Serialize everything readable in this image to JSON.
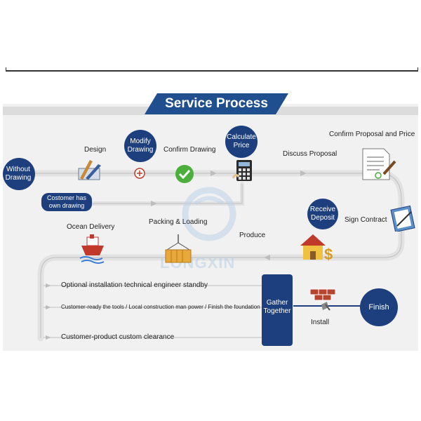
{
  "title": "Service Process",
  "watermark": "LONGXIN",
  "steps": {
    "without_drawing": "Without Drawing",
    "design": "Design",
    "modify_drawing": "Modify Drawing",
    "confirm_drawing": "Confirm Drawing",
    "calculate_price": "Calculate Price",
    "discuss_proposal": "Discuss Proposal",
    "confirm_proposal_price": "Confirm Proposal and Price",
    "customer_own_drawing": "Costomer has own drawing",
    "sign_contract": "Sign Contract",
    "receive_deposit": "Receive Deposit",
    "produce": "Produce",
    "packing_loading": "Packing & Loading",
    "ocean_delivery": "Ocean Delivery",
    "optional_installation": "Optional  installation technical engineer standby",
    "customer_ready": "Customer-ready the tools / Local construction man power / Finish the foundation",
    "customer_clearance": "Customer-product custom clearance",
    "gather_together": "Gather Together",
    "install": "Install",
    "finish": "Finish"
  },
  "colors": {
    "navy": "#1d3f7e",
    "title_blue": "#1f4f8f",
    "path": "#e3e3e3"
  }
}
